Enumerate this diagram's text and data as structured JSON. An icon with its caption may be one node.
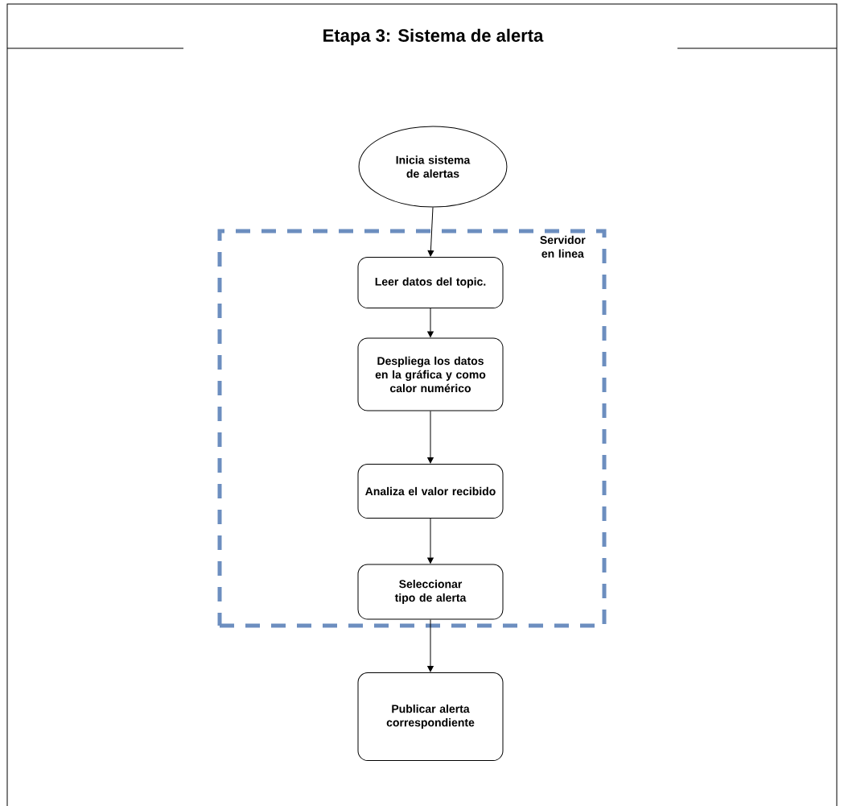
{
  "diagram": {
    "title": "Etapa 3: Sistema de alerta",
    "nodes": [
      {
        "text": [
          "Inicia sistema de alertas"
        ]
      },
      {
        "text": [
          "Servidor en linea"
        ]
      },
      {
        "text": [
          "Leer datos del topic."
        ],
        "in": 1
      },
      {
        "text": [
          "Despliega los datos en la gráfica y como calor numérico"
        ],
        "in": 1
      },
      {
        "text": [
          "Analiza el valor recibido"
        ],
        "in": 1
      },
      {
        "text": [
          "Seleccionar tipo de alerta"
        ],
        "in": 1
      },
      {
        "text": [
          "Publicar alerta correspondiente"
        ]
      }
    ],
    "edges": [
      {
        "from": 0,
        "to": 2,
        "arrow": "to"
      },
      {
        "from": 2,
        "to": 3,
        "arrow": "to"
      },
      {
        "from": 3,
        "to": 4,
        "arrow": "to"
      },
      {
        "from": 4,
        "to": 5,
        "arrow": "to"
      },
      {
        "from": 5,
        "to": 6,
        "arrow": "to"
      }
    ]
  }
}
